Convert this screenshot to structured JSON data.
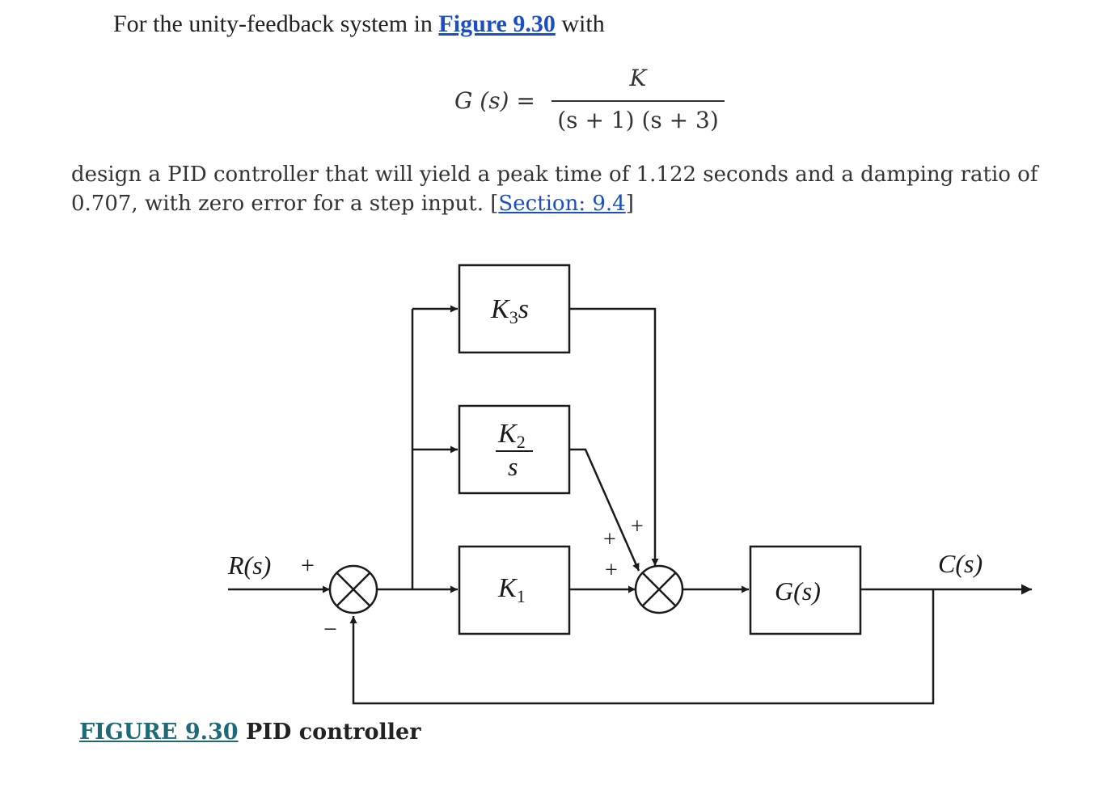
{
  "intro": {
    "before": "For the unity-feedback system in ",
    "link": "Figure 9.30",
    "after": " with"
  },
  "equation": {
    "lhs": "G (s) =",
    "numerator": "K",
    "denominator": "(s + 1) (s + 3)"
  },
  "task": {
    "text": "design a PID controller that will yield a peak time of 1.122 seconds and a damping ratio of 0.707, with zero error for a step input. [",
    "section_link": "Section: 9.4",
    "close": "]"
  },
  "diagram": {
    "input_label": "R(s)",
    "output_label": "C(s)",
    "plus": "+",
    "minus": "−",
    "block_derivative_k": "K",
    "block_derivative_sub": "3",
    "block_derivative_s": "s",
    "block_integral_k": "K",
    "block_integral_sub": "2",
    "block_integral_s": "s",
    "block_proportional_k": "K",
    "block_proportional_sub": "1",
    "block_plant": "G(s)"
  },
  "caption": {
    "figure": "FIGURE 9.30",
    "title": " PID controller"
  }
}
